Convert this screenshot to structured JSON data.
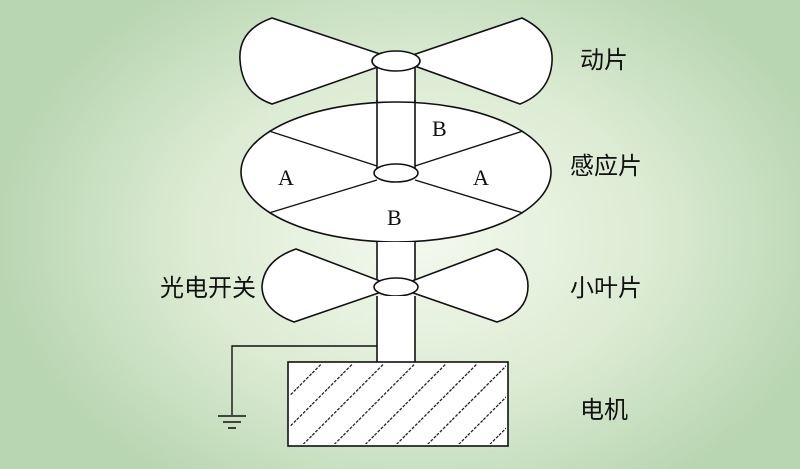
{
  "labels": {
    "moving_blade": "动片",
    "sensor_disk": "感应片",
    "small_blade": "小叶片",
    "photo_switch": "光电开关",
    "motor": "电机"
  },
  "segments": {
    "top": "B",
    "bottom": "B",
    "left": "A",
    "right": "A"
  },
  "colors": {
    "line": "#111111",
    "fill": "#ffffff",
    "hatch": "#111111"
  }
}
